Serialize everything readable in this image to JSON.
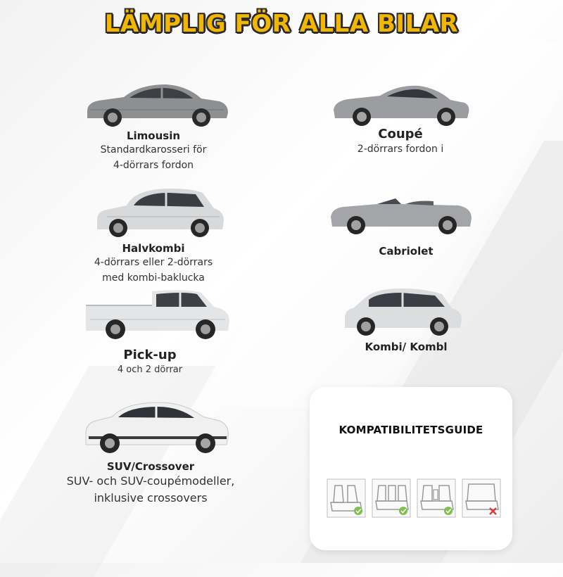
{
  "title": "LÄMPLIG FÖR ALLA BILAR",
  "cars": {
    "limousin": {
      "name": "Limousin",
      "desc1": "Standardkarosseri för",
      "desc2": "4-dörrars fordon"
    },
    "coupe": {
      "name": "Coupé",
      "desc1": "2-dörrars fordon i"
    },
    "halvkombi": {
      "name": "Halvkombi",
      "desc1": "4-dörrars eller 2-dörrars",
      "desc2": "med kombi-baklucka"
    },
    "cabriolet": {
      "name": "Cabriolet"
    },
    "pickup": {
      "name": "Pick-up",
      "desc1": "4 och 2 dörrar"
    },
    "kombi": {
      "name": "Kombi/ Kombl"
    },
    "suv": {
      "name": "SUV/Crossover",
      "desc1": "SUV- och SUV-coupémodeller,",
      "desc2": "inklusive crossovers"
    }
  },
  "guide": {
    "title": "KOMPATIBILITETSGUIDE",
    "seats": [
      {
        "icon": "seat-check-icon",
        "status": "compatible"
      },
      {
        "icon": "seat-check-icon",
        "status": "compatible"
      },
      {
        "icon": "seat-check-icon",
        "status": "compatible"
      },
      {
        "icon": "seat-cross-icon",
        "status": "incompatible"
      }
    ]
  },
  "colors": {
    "title": "#f2b705",
    "check": "#7fbf4d",
    "cross": "#d83a3a"
  }
}
